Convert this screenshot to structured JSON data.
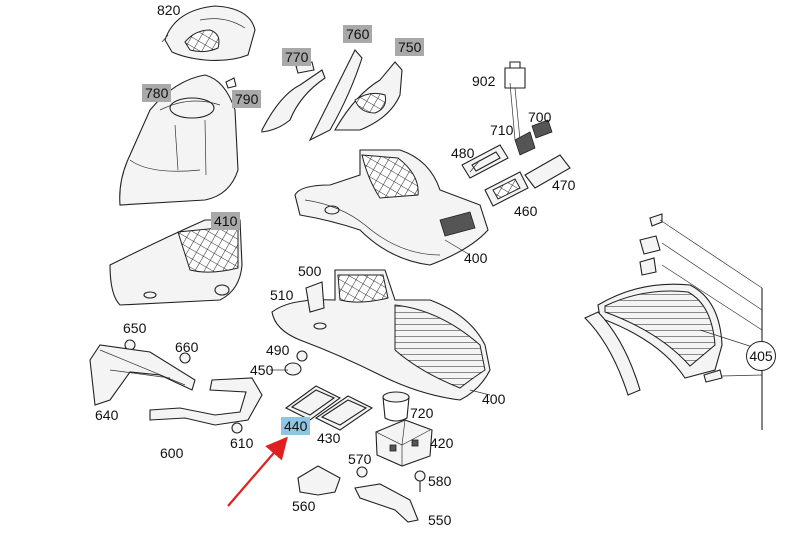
{
  "diagram": {
    "labels": {
      "p820": "820",
      "p770": "770",
      "p760": "760",
      "p750": "750",
      "p780": "780",
      "p790": "790",
      "p902": "902",
      "p700": "700",
      "p710": "710",
      "p480": "480",
      "p470": "470",
      "p460": "460",
      "p400a": "400",
      "p410": "410",
      "p500": "500",
      "p510": "510",
      "p650": "650",
      "p660": "660",
      "p490": "490",
      "p450": "450",
      "p640": "640",
      "p440": "440",
      "p430": "430",
      "p720": "720",
      "p420": "420",
      "p400b": "400",
      "p610": "610",
      "p600": "600",
      "p570": "570",
      "p580": "580",
      "p560": "560",
      "p550": "550",
      "p405": "405"
    },
    "colors": {
      "highlight_grey": "#a9a9a9",
      "highlight_blue": "#8fc4e3",
      "arrow_red": "#e02020",
      "line": "#222222"
    }
  }
}
